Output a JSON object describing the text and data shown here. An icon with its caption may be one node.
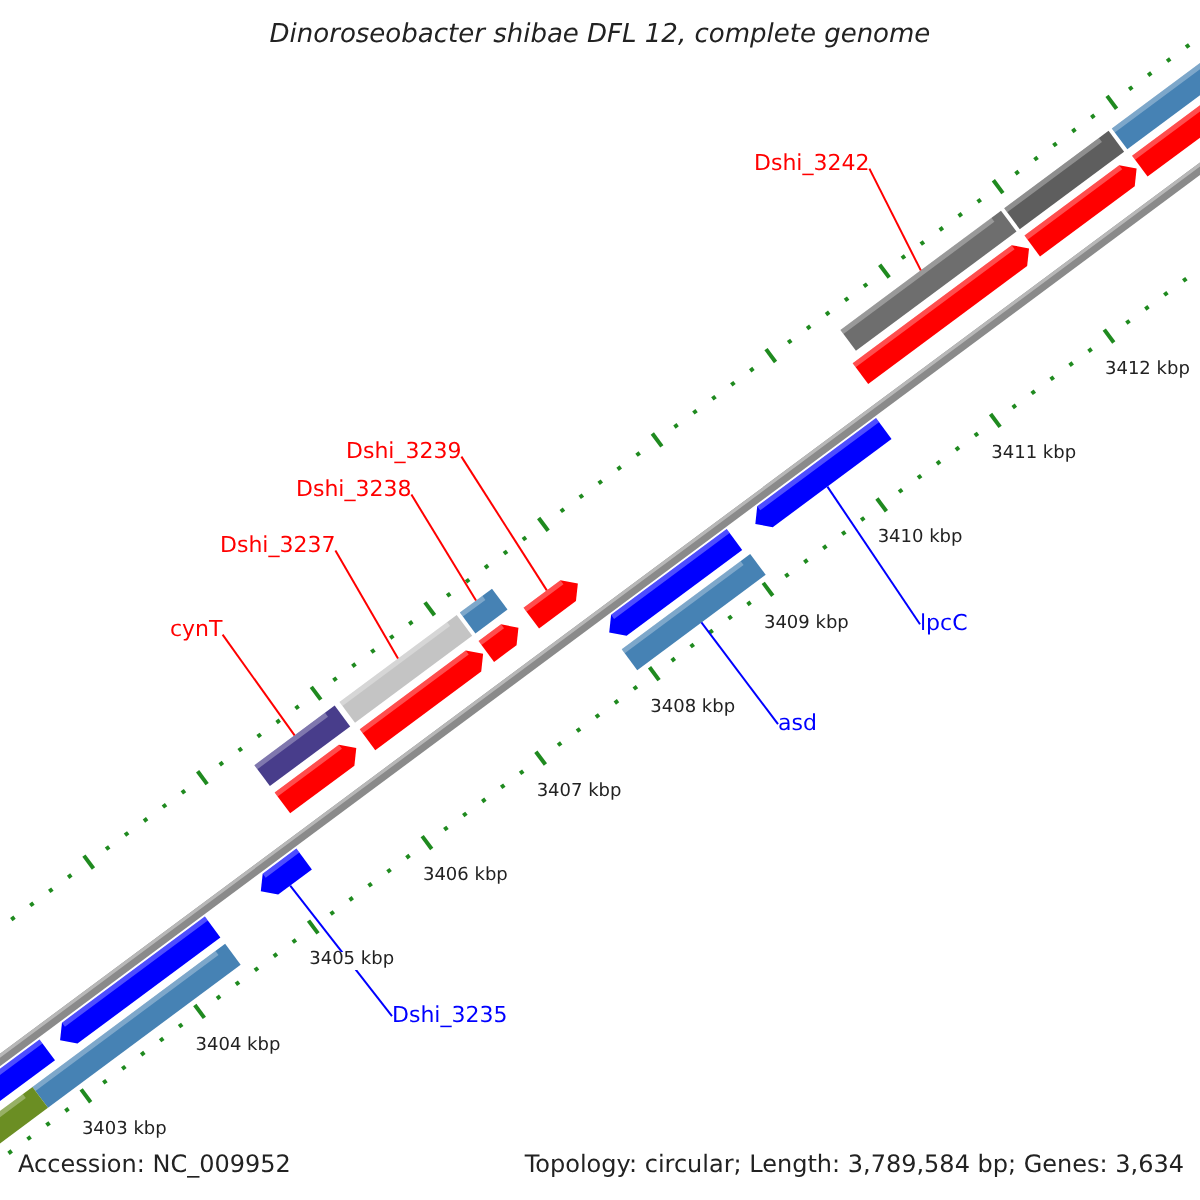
{
  "diagram": {
    "title": "Dinoroseobacter shibae DFL 12, complete genome",
    "nodes": [
      {
        "text": [
          "Dshi_3242"
        ]
      },
      {
        "text": [
          "Dshi_3239"
        ]
      },
      {
        "text": [
          "Dshi_3238"
        ]
      },
      {
        "text": [
          "Dshi_3237"
        ]
      },
      {
        "text": [
          "cynT"
        ]
      },
      {
        "text": [
          "lpcC"
        ]
      },
      {
        "text": [
          "asd"
        ]
      },
      {
        "text": [
          "Dshi_3235"
        ]
      },
      {
        "text": [],
        "shape": "bar"
      },
      {
        "text": [],
        "shape": "arrow"
      },
      {
        "text": [],
        "shape": "bar"
      },
      {
        "text": [],
        "shape": "bar"
      },
      {
        "text": [],
        "shape": "bar"
      },
      {
        "text": [],
        "shape": "arrow"
      },
      {
        "text": [],
        "shape": "bar"
      },
      {
        "text": [],
        "shape": "arrow"
      }
    ],
    "edges": [
      {
        "from": 0,
        "to": 8,
        "arrow": "none"
      },
      {
        "from": 1,
        "to": 9,
        "arrow": "none"
      },
      {
        "from": 2,
        "to": 10,
        "arrow": "none"
      },
      {
        "from": 3,
        "to": 11,
        "arrow": "none"
      },
      {
        "from": 4,
        "to": 12,
        "arrow": "none"
      },
      {
        "from": 5,
        "to": 13,
        "arrow": "none",
        "color": "#0000ff"
      },
      {
        "from": 6,
        "to": 14,
        "arrow": "none",
        "color": "#0000ff"
      },
      {
        "from": 7,
        "to": 15,
        "arrow": "none",
        "color": "#0000ff"
      }
    ],
    "labels": [
      "3412 kbp",
      "3411 kbp",
      "3410 kbp",
      "3409 kbp",
      "3408 kbp",
      "3407 kbp",
      "3406 kbp",
      "3405 kbp",
      "3404 kbp",
      "3403 kbp",
      "Accession: NC_009952",
      "Topology: circular; Length: 3,789,584 bp; Genes: 3,634"
    ]
  }
}
